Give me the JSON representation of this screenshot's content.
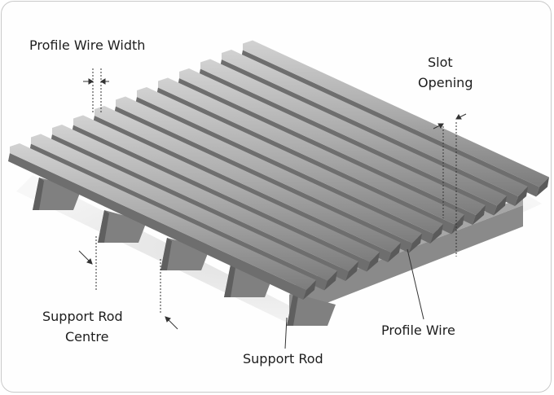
{
  "labels": {
    "profile_wire_width": "Profile Wire Width",
    "slot_line1": "Slot",
    "slot_line2": "Opening",
    "support_rod_centre_line1": "Support Rod",
    "support_rod_centre_line2": "Centre",
    "profile_wire": "Profile Wire",
    "support_rod": "Support Rod"
  },
  "diagram": {
    "profile_wire_count": 12,
    "support_rod_count": 5
  },
  "colors": {
    "wire_top": "#a9a9a9",
    "wire_side": "#6e6e6e",
    "rod": "#808080",
    "shadow": "#d4d4d4",
    "text": "#1d1d1d",
    "leader": "#333333"
  }
}
